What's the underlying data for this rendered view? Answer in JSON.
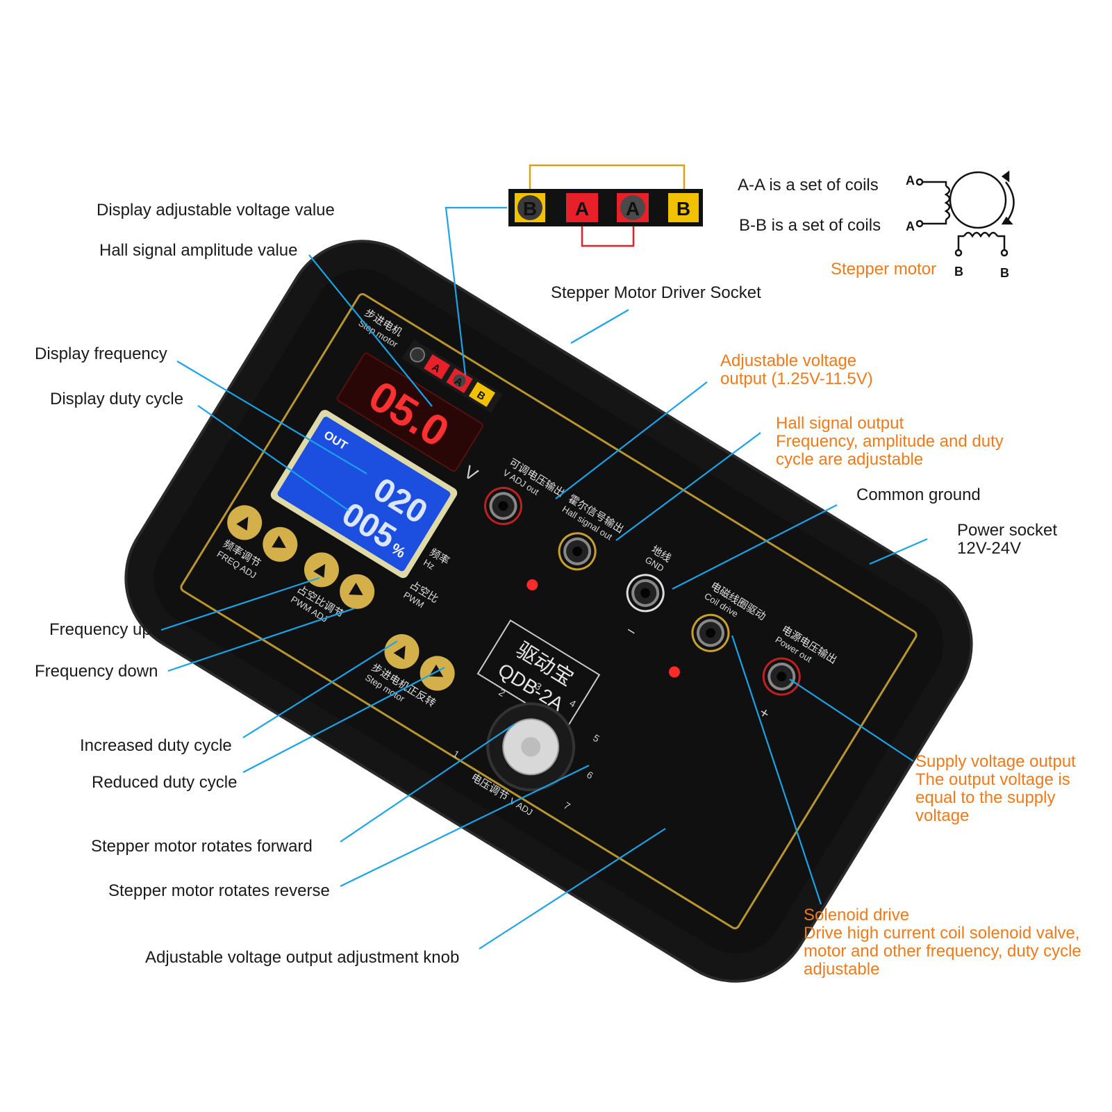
{
  "labels": {
    "display_voltage": "Display adjustable voltage value",
    "hall_amplitude": "Hall signal amplitude value",
    "display_frequency": "Display frequency",
    "display_duty": "Display duty cycle",
    "freq_up": "Frequency up",
    "freq_down": "Frequency down",
    "duty_up": "Increased duty cycle",
    "duty_down": "Reduced duty cycle",
    "stepper_forward": "Stepper motor rotates forward",
    "stepper_reverse": "Stepper motor rotates reverse",
    "knob": "Adjustable voltage output adjustment knob",
    "stepper_socket": "Stepper Motor Driver Socket",
    "common_ground": "Common ground",
    "power_socket_1": "Power socket",
    "power_socket_2": "12V-24V"
  },
  "orange_labels": {
    "adj_voltage_1": "Adjustable voltage",
    "adj_voltage_2": "output (1.25V-11.5V)",
    "hall_out_1": "Hall signal output",
    "hall_out_2": "Frequency, amplitude and duty",
    "hall_out_3": "cycle are adjustable",
    "supply_1": "Supply voltage output",
    "supply_2": "The output voltage is",
    "supply_3": "equal to the supply",
    "supply_4": "voltage",
    "solenoid_1": "Solenoid drive",
    "solenoid_2": "Drive high current coil solenoid valve,",
    "solenoid_3": "motor and other frequency, duty cycle",
    "solenoid_4": "adjustable",
    "stepper_motor": "Stepper motor"
  },
  "coil_info": {
    "aa": "A-A is a set of coils",
    "bb": "B-B is a set of coils"
  },
  "terminal_strip": [
    "B",
    "A",
    "A",
    "B"
  ],
  "motor_symbol": {
    "a_top": "A",
    "a_bottom": "A",
    "b_left": "B",
    "b_right": "B"
  },
  "device": {
    "led_voltage": "05.0",
    "led_unit": "V",
    "lcd_out": "OUT",
    "lcd_freq": "020",
    "lcd_duty": "005",
    "lcd_pct": "%",
    "brand_cn": "驱动宝",
    "model": "QDB-2A",
    "step_motor_cn": "步进电机",
    "step_motor_en": "Step motor",
    "vadj_cn": "可调电压输出",
    "vadj_en": "V ADJ out",
    "hall_cn": "霍尔信号输出",
    "hall_en": "Hall signal out",
    "gnd_cn": "地线",
    "gnd_en": "GND",
    "coil_cn": "电磁线圈驱动",
    "coil_en": "Coil drive",
    "power_cn": "电源电压输出",
    "power_en": "Power out",
    "freq_cn": "频率",
    "freq_en": "Hz",
    "pwm_cn": "占空比",
    "pwm_en": "PWM",
    "freq_adj_cn": "频率调节",
    "freq_adj_en": "FREQ ADJ",
    "pwm_adj_cn": "占空比调节",
    "pwm_adj_en": "PWM ADJ",
    "step_fr_cn": "步进电机正反转",
    "step_fr_en": "Step motor",
    "knob_cn": "电压调节",
    "knob_en": "V ADJ",
    "minus": "−",
    "plus": "+",
    "dial_numbers": [
      "1",
      "2",
      "3",
      "4",
      "5",
      "6",
      "7"
    ]
  },
  "colors": {
    "leader": "#1aa3e8",
    "orange": "#f07a1a",
    "device_body": "#141414",
    "gold": "#b8962e",
    "terminal_red": "#e8202a",
    "terminal_yellow": "#f2c200",
    "lcd_blue": "#1c4fe0",
    "led_red": "#ff2a2a"
  }
}
